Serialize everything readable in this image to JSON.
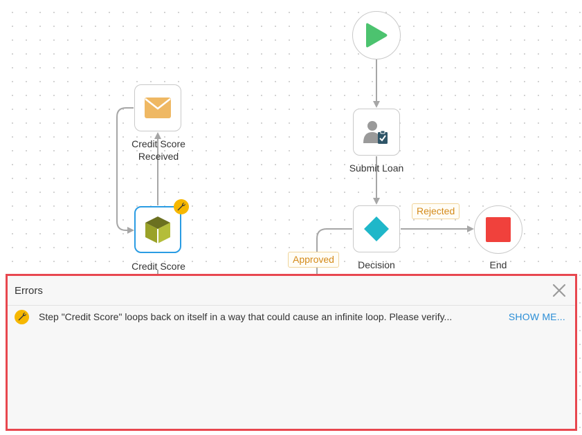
{
  "workflow": {
    "nodes": {
      "start": {
        "icon": "play-icon"
      },
      "credit_score_received": {
        "label": "Credit Score Received",
        "icon": "envelope-icon"
      },
      "credit_score": {
        "label": "Credit Score",
        "icon": "cube-icon",
        "badge_icon": "wrench-icon"
      },
      "submit_loan": {
        "label": "Submit Loan",
        "icon": "user-task-icon"
      },
      "decision": {
        "label": "Decision",
        "icon": "diamond-icon"
      },
      "end": {
        "label": "End",
        "icon": "stop-icon"
      }
    },
    "edge_labels": {
      "rejected": "Rejected",
      "approved": "Approved"
    }
  },
  "errors_panel": {
    "title": "Errors",
    "close_icon": "close-icon",
    "items": [
      {
        "icon": "wrench-icon",
        "message": "Step \"Credit Score\" loops back on itself in a way that could cause an infinite loop. Please verify...",
        "action": "SHOW ME..."
      }
    ]
  },
  "colors": {
    "start": "#4cc36f",
    "envelope": "#efb863",
    "cube": "#9aa228",
    "decision": "#1fb7c9",
    "end": "#f0413c",
    "warning": "#f6b700",
    "selection": "#2a9ce3",
    "panel_border": "#e8474f",
    "link": "#2a8dd6",
    "edge_label": "#d48a1a"
  }
}
